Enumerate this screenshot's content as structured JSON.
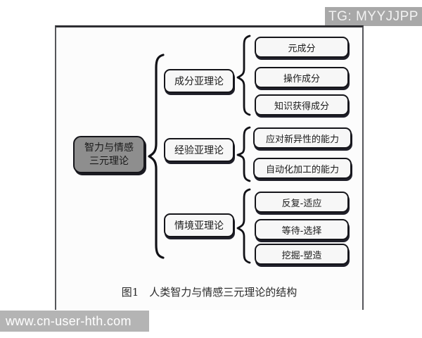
{
  "watermarks": {
    "top_right": "TG: MYYJJPP",
    "bottom_left": "www.cn-user-hth.com"
  },
  "figure": {
    "caption": "图1　人类智力与情感三元理论的结构",
    "caption_label": "图1",
    "caption_title": "人类智力与情感三元理论的结构",
    "colors": {
      "root_fill": "#8e8e8e",
      "node_fill": "#f7f7f7",
      "border": "#15151a",
      "frame_border": "#55565a",
      "watermark_bar": "#b4b4b4",
      "tg_bar": "#a8a8a8"
    },
    "root": {
      "line1": "智力与情感",
      "line2": "三元理论"
    },
    "branches": [
      {
        "label": "成分亚理论",
        "children": [
          "元成分",
          "操作成分",
          "知识获得成分"
        ]
      },
      {
        "label": "经验亚理论",
        "children": [
          "应对新异性的能力",
          "自动化加工的能力"
        ]
      },
      {
        "label": "情境亚理论",
        "children": [
          "反复-适应",
          "等待-选择",
          "挖掘-塑造"
        ]
      }
    ]
  }
}
